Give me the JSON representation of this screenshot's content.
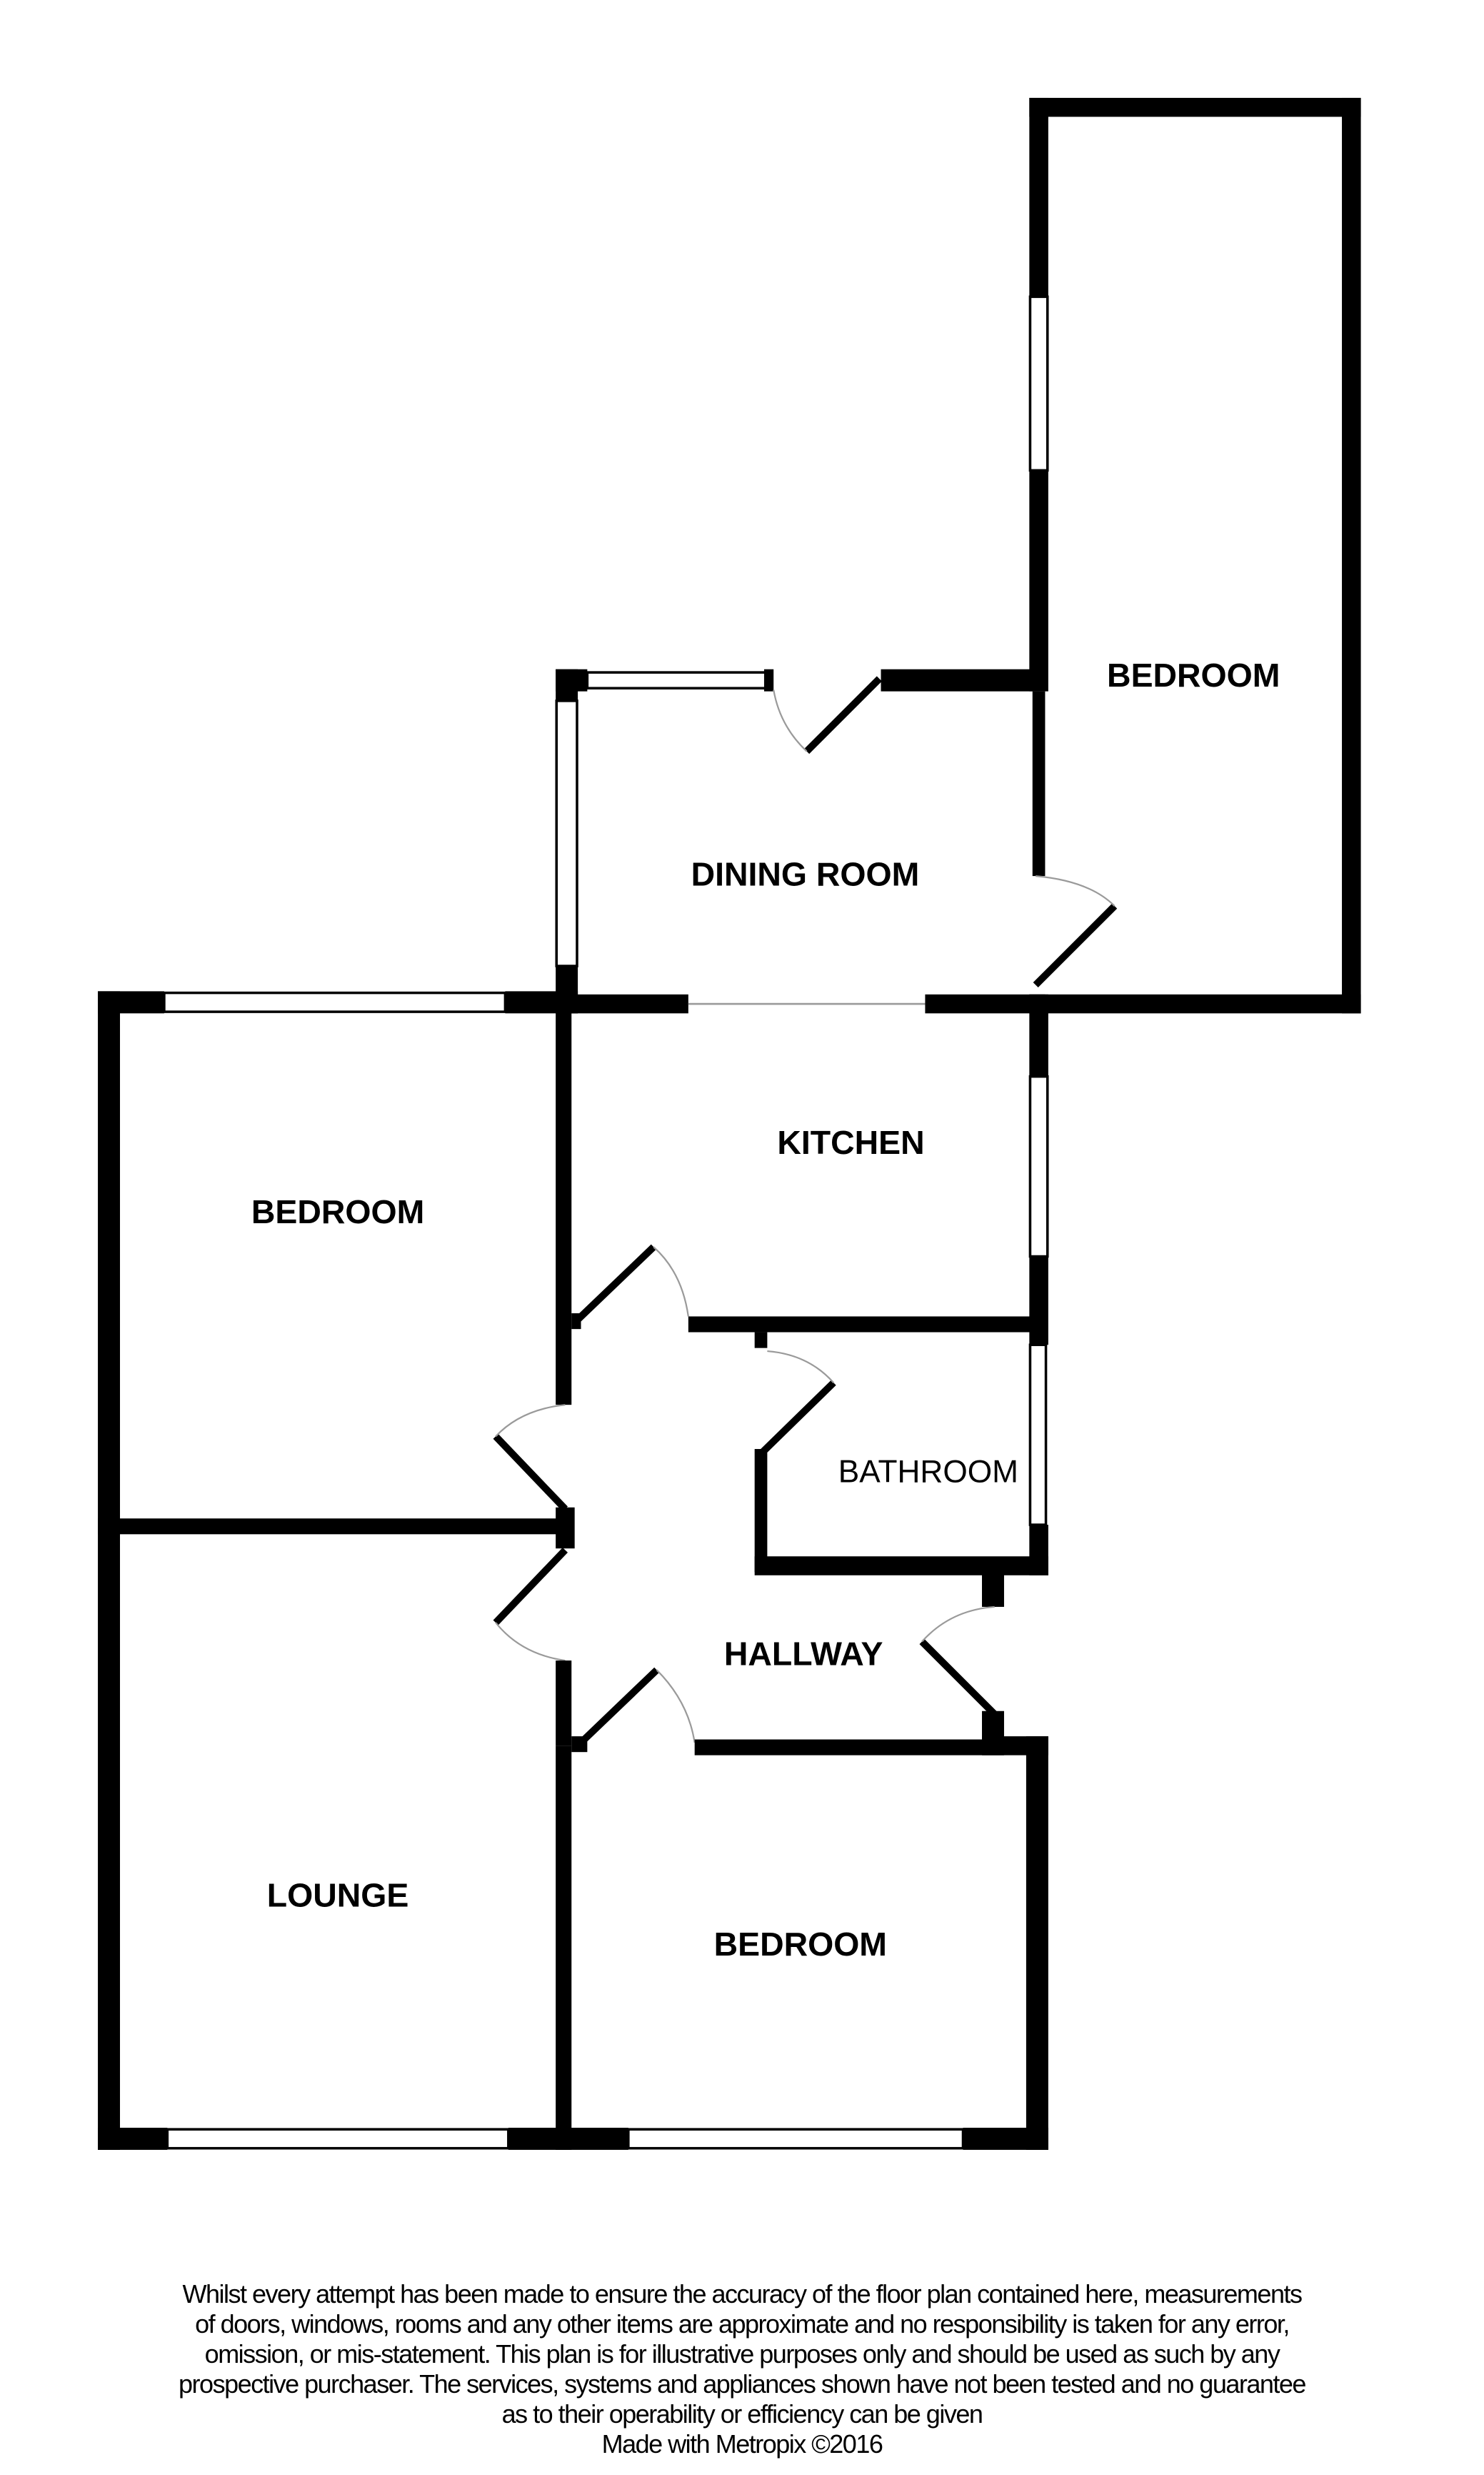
{
  "floorplan": {
    "rooms": {
      "bedroom_top_right": "BEDROOM",
      "dining_room": "DINING ROOM",
      "bedroom_left": "BEDROOM",
      "kitchen": "KITCHEN",
      "bathroom": "BATHROOM",
      "hallway": "HALLWAY",
      "lounge": "LOUNGE",
      "bedroom_bottom": "BEDROOM"
    },
    "colors": {
      "wall": "#000000",
      "background": "#ffffff",
      "door_swing": "#9a9a9a"
    }
  },
  "disclaimer": {
    "lines": [
      "Whilst every attempt has been made to ensure the accuracy of the floor plan contained here, measurements",
      "of doors, windows, rooms and any other items are approximate and no responsibility is taken for any error,",
      "omission, or mis-statement. This plan is for illustrative purposes only and should be used as such by any",
      "prospective purchaser. The services, systems and appliances shown have not been tested and no guarantee",
      "as to their operability or efficiency can be given"
    ],
    "credit": "Made with Metropix ©2016"
  }
}
